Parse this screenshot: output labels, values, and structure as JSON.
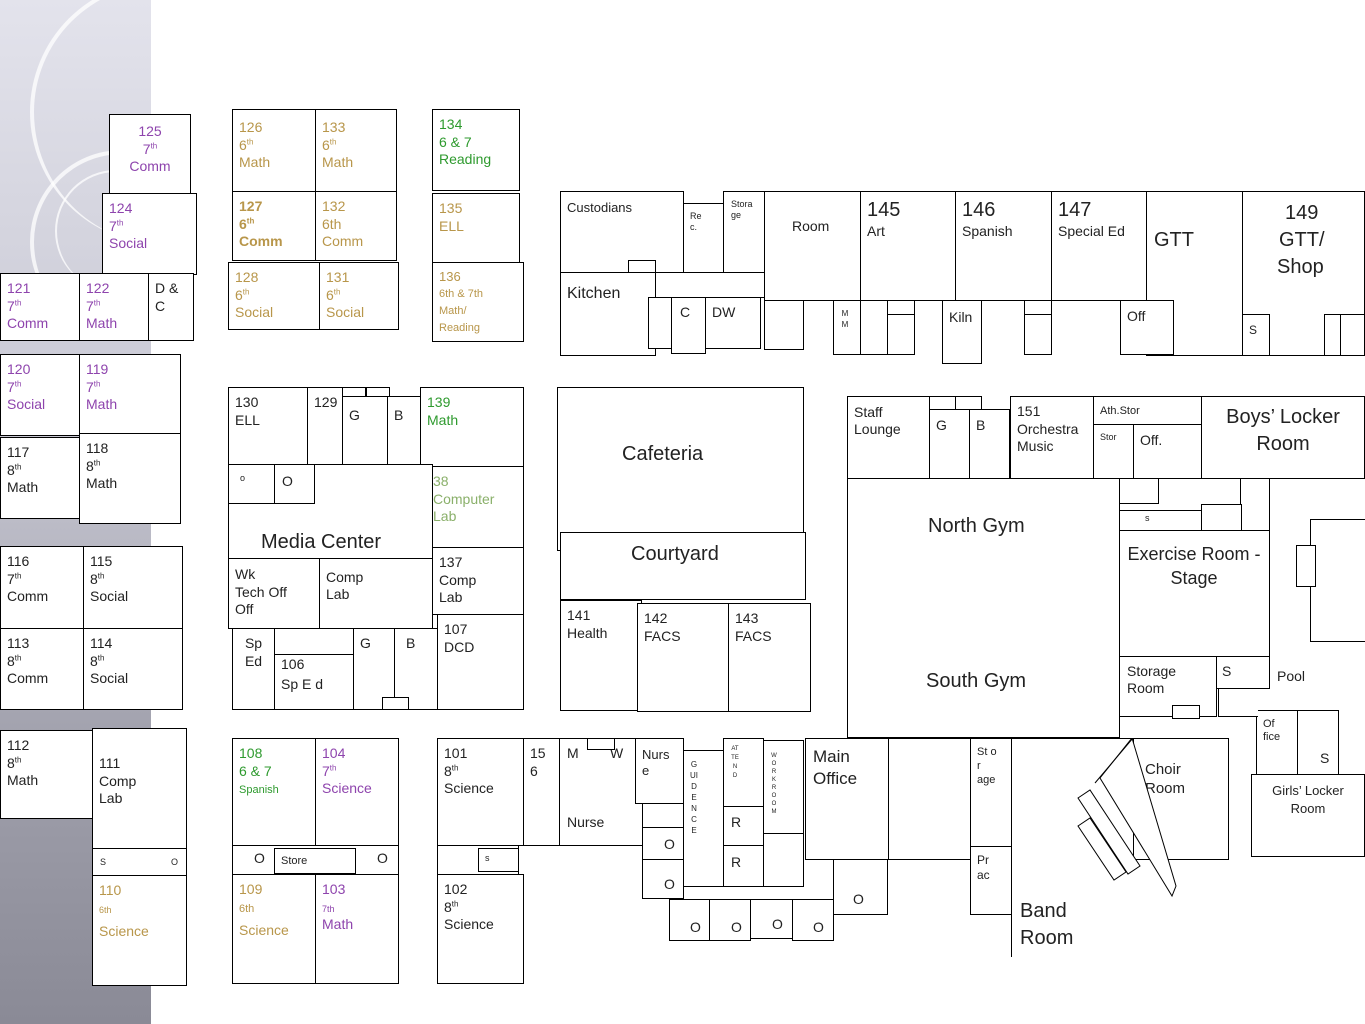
{
  "rooms": {
    "r125": {
      "num": "125",
      "grade": "7",
      "subj": "Comm"
    },
    "r124": {
      "num": "124",
      "grade": "7",
      "subj": "Social"
    },
    "r121": {
      "num": "121",
      "grade": "7",
      "subj": "Comm"
    },
    "r122": {
      "num": "122",
      "grade": "7",
      "subj": "Math"
    },
    "rdc": {
      "l1": "D &",
      "l2": "C"
    },
    "r120": {
      "num": "120",
      "grade": "7",
      "subj": "Social"
    },
    "r119": {
      "num": "119",
      "grade": "7",
      "subj": "Math"
    },
    "r117": {
      "num": "117",
      "grade": "8",
      "subj": "Math"
    },
    "r118": {
      "num": "118",
      "grade": "8",
      "subj": "Math"
    },
    "r116": {
      "num": "116",
      "grade": "7",
      "subj": "Comm"
    },
    "r115": {
      "num": "115",
      "grade": "8",
      "subj": "Social"
    },
    "r113": {
      "num": "113",
      "grade": "8",
      "subj": "Comm"
    },
    "r114": {
      "num": "114",
      "grade": "8",
      "subj": "Social"
    },
    "r112": {
      "num": "112",
      "grade": "8",
      "subj": "Math"
    },
    "r111": {
      "num": "111",
      "l2": "Comp",
      "l3": "Lab"
    },
    "r110": {
      "num": "110",
      "l2": "6th",
      "l3": "Science"
    },
    "r126": {
      "num": "126",
      "grade": "6",
      "subj": "Math"
    },
    "r133": {
      "num": "133",
      "grade": "6",
      "subj": "Math"
    },
    "r127": {
      "num": "127",
      "grade": "6",
      "subj": "Comm"
    },
    "r132": {
      "num": "132",
      "l2": "6th",
      "l3": "Comm"
    },
    "r128": {
      "num": "128",
      "grade": "6",
      "subj": "Social"
    },
    "r131": {
      "num": "131",
      "grade": "6",
      "subj": "Social"
    },
    "r134": {
      "num": "134",
      "l2": "6 & 7",
      "l3": "Reading"
    },
    "r135": {
      "num": "135",
      "l2": "ELL"
    },
    "r136": {
      "num": "136",
      "l2": "6th & 7th",
      "l3": "Math/",
      "l4": "Reading"
    },
    "r130": {
      "num": "130",
      "l2": "ELL"
    },
    "r129": {
      "num": "129"
    },
    "r139": {
      "num": "139",
      "l2": "Math"
    },
    "r138": {
      "l1": "38",
      "l2": "Computer",
      "l3": "Lab"
    },
    "r137": {
      "num": "137",
      "l2": "Comp",
      "l3": "Lab"
    },
    "r107": {
      "num": "107",
      "l2": "DCD"
    },
    "r106": {
      "num": "106",
      "l2": "Sp E d"
    },
    "r108": {
      "num": "108",
      "l2": "6  & 7",
      "l3": "Spanish"
    },
    "r104": {
      "num": "104",
      "grade": "7",
      "subj": "Science"
    },
    "r109": {
      "num": "109",
      "l2": "6th",
      "l3": "Science"
    },
    "r103": {
      "num": "103",
      "l2": "7th",
      "l3": "Math"
    },
    "r101": {
      "num": "101",
      "grade": "8",
      "subj": "Science"
    },
    "r102": {
      "num": "102",
      "grade": "8",
      "subj": "Science"
    },
    "r15_6": {
      "l1": "15",
      "l2": "6"
    },
    "r141": {
      "num": "141",
      "l2": "Health"
    },
    "r142": {
      "num": "142",
      "l2": "FACS"
    },
    "r143": {
      "num": "143",
      "l2": "FACS"
    },
    "r145": {
      "num": "145",
      "l2": "Art"
    },
    "r146": {
      "num": "146",
      "l2": "Spanish"
    },
    "r147": {
      "num": "147",
      "l2": "Special Ed"
    },
    "r149": {
      "num": "149",
      "l2": "GTT/",
      "l3": "Shop"
    },
    "r151": {
      "num": "151",
      "l2": "Orchestra",
      "l3": "Music"
    }
  },
  "labels": {
    "custodians": "Custodians",
    "rec": "Re c.",
    "storage": "Stora ge",
    "room": "Room",
    "gtt": "GTT",
    "kitchen": "Kitchen",
    "c": "C",
    "dw": "DW",
    "mm": "M M",
    "kiln": "Kiln",
    "off": "Off",
    "s": "S",
    "cafeteria": "Cafeteria",
    "courtyard": "Courtyard",
    "media_center": "Media Center",
    "wk": "Wk",
    "tech_off": "Tech Off",
    "off_small": "Off",
    "comp_lab": "Comp Lab",
    "sp_ed": "Sp Ed",
    "g": "G",
    "b": "B",
    "o": "O",
    "o_small": "o",
    "staff_lounge": "Staff Lounge",
    "ath_stor": "Ath.Stor",
    "stor": "Stor",
    "off_dot": "Off.",
    "boys_locker": "Boys’ Locker Room",
    "north_gym": "North Gym",
    "south_gym": "South Gym",
    "exercise_room": "Exercise Room - Stage",
    "storage_room": "Storage Room",
    "pool": "Pool",
    "office_small": "Of fice",
    "girls_locker": "Girls’ Locker Room",
    "main_office": "Main Office",
    "storage_vert": "St o r age",
    "prac": "Pr ac",
    "band_room": "Band Room",
    "choir_room": "Choir Room",
    "nurse": "Nurse",
    "nurse_split": "Nurs e",
    "m": "M",
    "w": "W",
    "guidence": "GUIDENCE",
    "attend": "ATTEND",
    "workroom": "WORKROOM",
    "r": "R",
    "store": "Store",
    "s_small": "s"
  },
  "colors": {
    "grade7": "#8e44ad",
    "grade6": "#b8964a",
    "reading": "#2e9a2e",
    "math139": "#2e9a2e",
    "computer_lab": "#8ab06a",
    "strip": "#a0a0ac"
  }
}
